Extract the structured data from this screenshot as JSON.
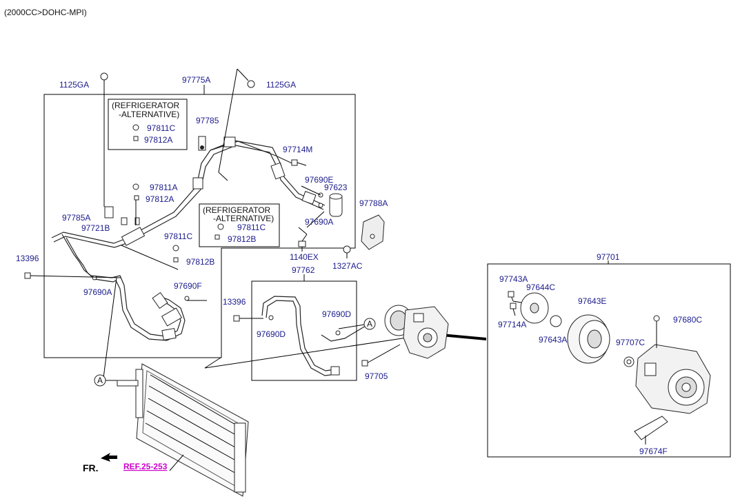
{
  "header": {
    "engine": "(2000CC>DOHC-MPI)"
  },
  "labels": {
    "l1125GA_a": "1125GA",
    "l97775A": "97775A",
    "l1125GA_b": "1125GA",
    "alt1_line1": "(REFRIGERATOR",
    "alt1_line2": "-ALTERNATIVE)",
    "l97811C_a": "97811C",
    "l97812A_a": "97812A",
    "l97785": "97785",
    "l97714M": "97714M",
    "l97811A": "97811A",
    "l97812A_b": "97812A",
    "l97690E": "97690E",
    "l97623": "97623",
    "l97785A": "97785A",
    "l97721B": "97721B",
    "alt2_line1": "(REFRIGERATOR",
    "alt2_line2": "-ALTERNATIVE)",
    "l97811C_b": "97811C",
    "l97812B_a": "97812B",
    "l97690A_a": "97690A",
    "l97788A": "97788A",
    "l97811C_c": "97811C",
    "l97812B_b": "97812B",
    "l1140EX": "1140EX",
    "l1327AC": "1327AC",
    "l13396_a": "13396",
    "l97690A_b": "97690A",
    "l97762": "97762",
    "l97690F": "97690F",
    "l13396_b": "13396",
    "l97690D_a": "97690D",
    "l97690D_b": "97690D",
    "l97705": "97705",
    "l97701": "97701",
    "l97743A": "97743A",
    "l97644C": "97644C",
    "l97643E": "97643E",
    "l97714A": "97714A",
    "l97643A": "97643A",
    "l97680C": "97680C",
    "l97707C": "97707C",
    "l97674F": "97674F",
    "markerA": "A",
    "ref": "REF.25-253",
    "fr": "FR."
  }
}
